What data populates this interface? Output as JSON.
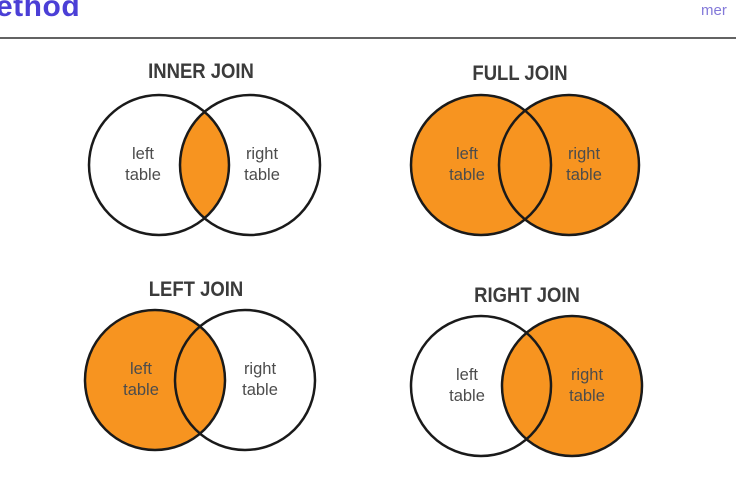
{
  "page": {
    "title_partial": "ethod",
    "top_right_link_partial": "mer"
  },
  "colors": {
    "accent_orange": "#F79420",
    "title_purple": "#4B3FD6",
    "link_purple": "#8379D9",
    "divider_gray": "#636363",
    "join_title_color": "#3B3B3B",
    "diagram_text": "#4C4C4C",
    "circle_stroke": "#1A1A1A"
  },
  "diagrams": [
    {
      "title": "INNER JOIN",
      "left_label": "left\ntable",
      "right_label": "right\ntable",
      "highlighted_region": "intersection"
    },
    {
      "title": "FULL JOIN",
      "left_label": "left\ntable",
      "right_label": "right\ntable",
      "highlighted_region": "both"
    },
    {
      "title": "LEFT JOIN",
      "left_label": "left\ntable",
      "right_label": "right\ntable",
      "highlighted_region": "left"
    },
    {
      "title": "RIGHT JOIN",
      "left_label": "left\ntable",
      "right_label": "right\ntable",
      "highlighted_region": "right"
    }
  ]
}
